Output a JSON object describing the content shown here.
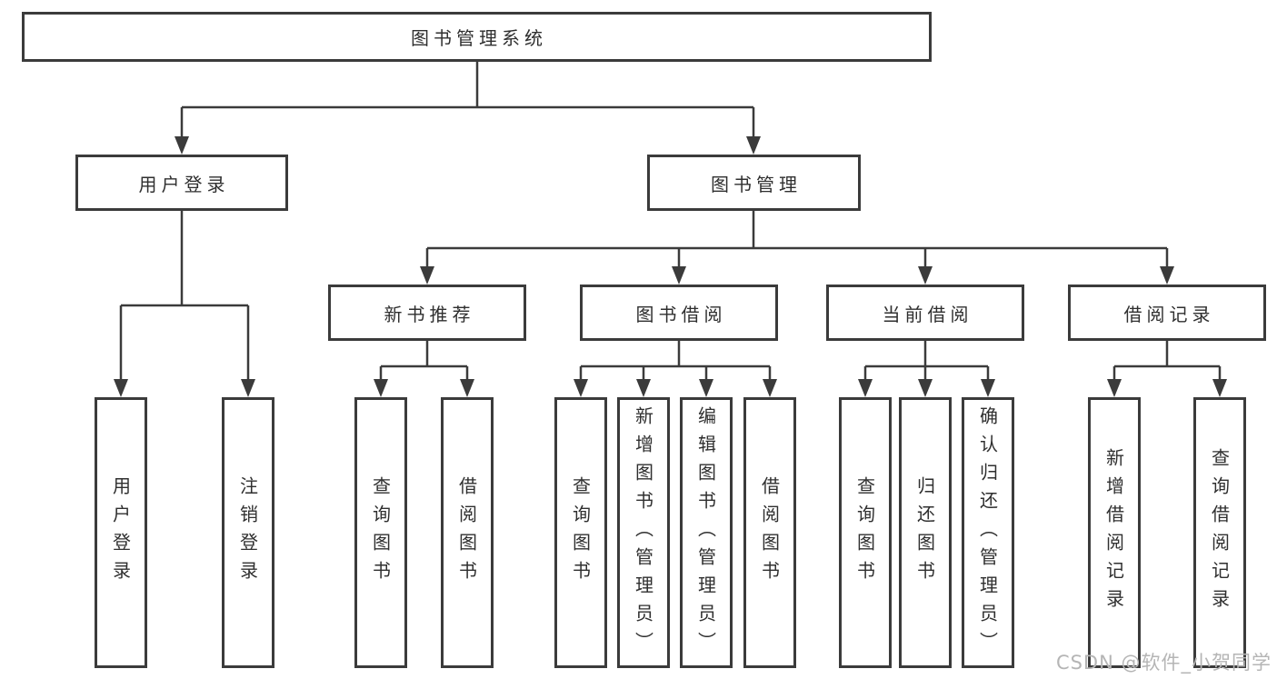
{
  "colors": {
    "line": "#3b3b3b",
    "text": "#2f2f2f",
    "background": "#ffffff",
    "watermark": "#b5b5b5"
  },
  "tree": {
    "root": "图书管理系统",
    "level2": [
      "用户登录",
      "图书管理"
    ],
    "level3": [
      "新书推荐",
      "图书借阅",
      "当前借阅",
      "借阅记录"
    ],
    "leaves": {
      "user_login": [
        "用户登录",
        "注销登录"
      ],
      "new_book_recommend": [
        "查询图书",
        "借阅图书"
      ],
      "book_borrow": [
        "查询图书",
        "新增图书（管理员）",
        "编辑图书（管理员）",
        "借阅图书"
      ],
      "current_borrow": [
        "查询图书",
        "归还图书",
        "确认归还（管理员）"
      ],
      "borrow_record": [
        "新增借阅记录",
        "查询借阅记录"
      ]
    }
  },
  "watermark": "CSDN @软件_小贺同学"
}
